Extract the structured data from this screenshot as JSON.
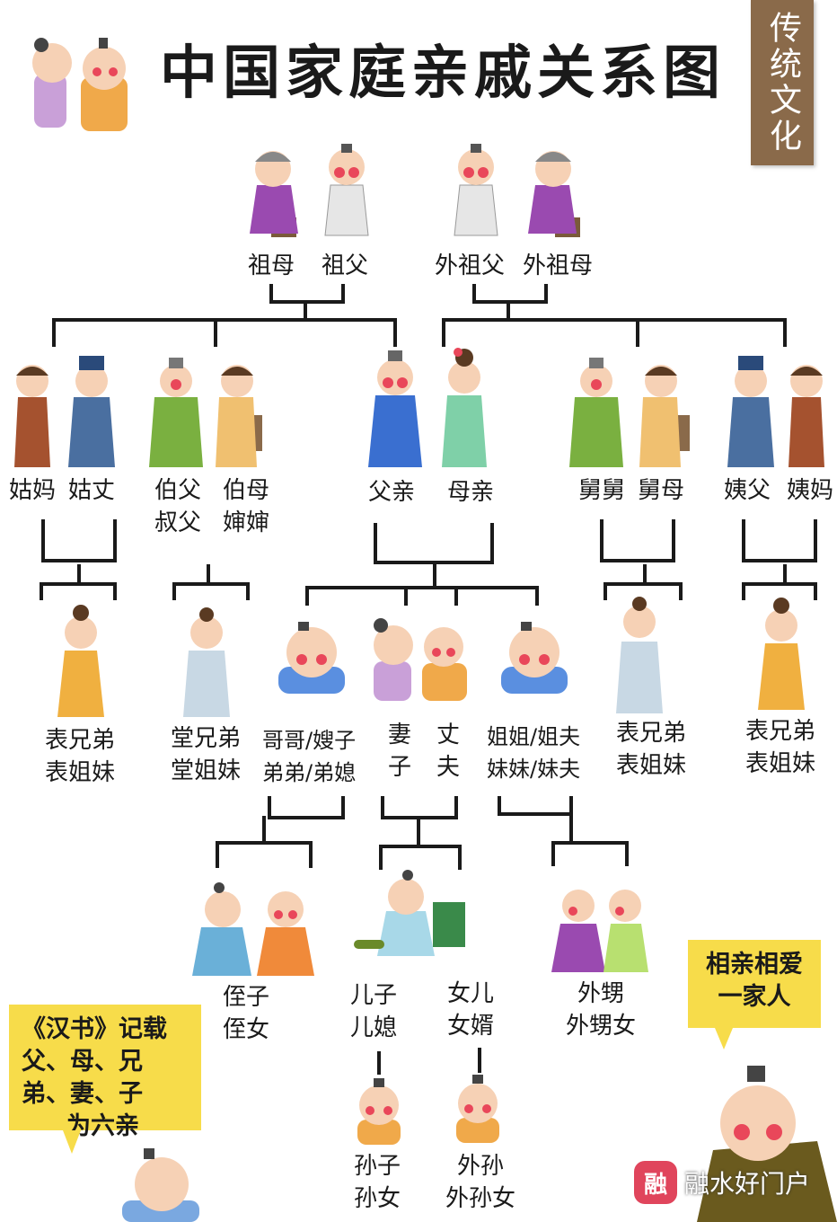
{
  "title": "中国家庭亲戚关系图",
  "banner": "传统文化",
  "labels": {
    "grandmother": "祖母",
    "grandfather": "祖父",
    "maternal_grandfather": "外祖父",
    "maternal_grandmother": "外祖母",
    "paternal_aunt": "姑妈",
    "paternal_aunt_husband": "姑丈",
    "uncle_elder": "伯父",
    "uncle_younger": "叔父",
    "aunt_elder": "伯母",
    "aunt_younger": "婶婶",
    "father": "父亲",
    "mother": "母亲",
    "maternal_uncle": "舅舅",
    "maternal_uncle_wife": "舅母",
    "maternal_aunt_husband": "姨父",
    "maternal_aunt": "姨妈",
    "cousins_paternal_aunt_1": "表兄弟",
    "cousins_paternal_aunt_2": "表姐妹",
    "cousins_tang_1": "堂兄弟",
    "cousins_tang_2": "堂姐妹",
    "brothers_1": "哥哥/嫂子",
    "brothers_2": "弟弟/弟媳",
    "wife_1": "妻",
    "wife_2": "子",
    "husband_1": "丈",
    "husband_2": "夫",
    "sisters_1": "姐姐/姐夫",
    "sisters_2": "妹妹/妹夫",
    "cousins_uncle_1": "表兄弟",
    "cousins_uncle_2": "表姐妹",
    "cousins_aunt_1": "表兄弟",
    "cousins_aunt_2": "表姐妹",
    "nephew": "侄子",
    "niece": "侄女",
    "son": "儿子",
    "daughter_in_law": "儿媳",
    "daughter": "女儿",
    "son_in_law": "女婿",
    "sister_son": "外甥",
    "sister_daughter": "外甥女",
    "grandson": "孙子",
    "granddaughter": "孙女",
    "daughter_grandson": "外孙",
    "daughter_granddaughter": "外孙女"
  },
  "notes": {
    "left_lines": [
      "《汉书》记载",
      "父、母、兄",
      "弟、妻、子",
      "为六亲"
    ],
    "right_lines": [
      "相亲相爱",
      "一家人"
    ]
  },
  "watermark": {
    "logo": "融",
    "text": "融水好门户"
  },
  "colors": {
    "line": "#1a1a1a",
    "banner_bg": "#8a6a4a",
    "note_bg": "#f7dc4a",
    "watermark_logo": "#e0455c"
  }
}
